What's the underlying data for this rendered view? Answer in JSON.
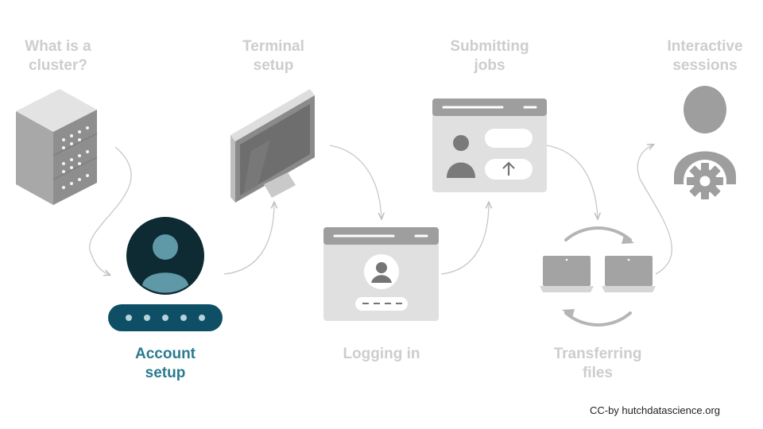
{
  "steps": [
    {
      "label": "What is a\ncluster?",
      "active": false,
      "icon": "server-icon"
    },
    {
      "label": "Account\nsetup",
      "active": true,
      "icon": "user-account-icon"
    },
    {
      "label": "Terminal\nsetup",
      "active": false,
      "icon": "monitor-icon"
    },
    {
      "label": "Logging in",
      "active": false,
      "icon": "login-window-icon"
    },
    {
      "label": "Submitting\njobs",
      "active": false,
      "icon": "job-submit-window-icon"
    },
    {
      "label": "Transferring\nfiles",
      "active": false,
      "icon": "file-transfer-icon"
    },
    {
      "label": "Interactive\nsessions",
      "active": false,
      "icon": "interactive-session-icon"
    }
  ],
  "credit": "CC-by hutchdatascience.org",
  "colors": {
    "active": "#2b7a8f",
    "inactive_text": "#cdcdcd",
    "icon_gray": "#9e9e9e",
    "icon_light": "#e0e0e0",
    "dark_teal": "#0e2a33",
    "avatar_teal": "#5f98a6",
    "pill_teal": "#0f4f66"
  }
}
